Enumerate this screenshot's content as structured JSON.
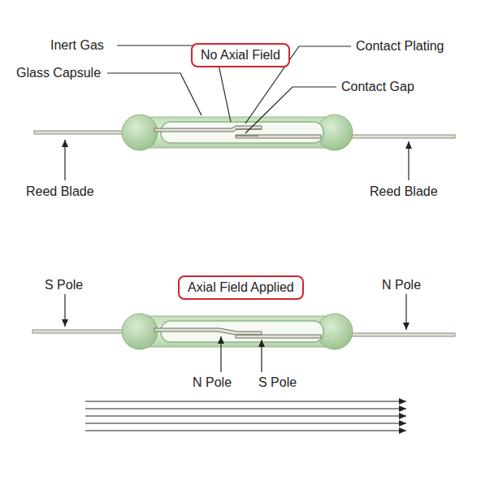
{
  "diagram": {
    "nodes": [
      {
        "text": [
          "No Axial Field"
        ]
      },
      {
        "text": [
          "Axial Field Applied"
        ]
      }
    ],
    "labels": [
      "Inert Gas",
      "Glass Capsule",
      "Contact Plating",
      "Contact Gap",
      "Reed Blade",
      "Reed Blade",
      "S Pole",
      "N Pole",
      "N Pole",
      "S Pole"
    ]
  }
}
